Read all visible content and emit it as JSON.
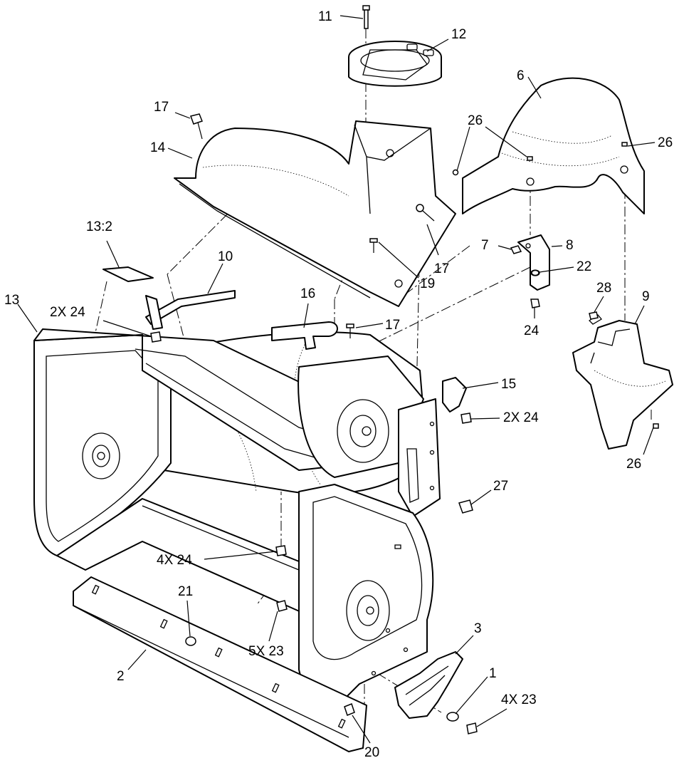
{
  "labels": [
    {
      "id": "11",
      "text": "11"
    },
    {
      "id": "12",
      "text": "12"
    },
    {
      "id": "6",
      "text": "6"
    },
    {
      "id": "17a",
      "text": "17"
    },
    {
      "id": "26a",
      "text": "26"
    },
    {
      "id": "26b",
      "text": "26"
    },
    {
      "id": "14",
      "text": "14"
    },
    {
      "id": "13-2",
      "text": "13:2"
    },
    {
      "id": "10",
      "text": "10"
    },
    {
      "id": "7",
      "text": "7"
    },
    {
      "id": "8",
      "text": "8"
    },
    {
      "id": "22",
      "text": "22"
    },
    {
      "id": "17b",
      "text": "17"
    },
    {
      "id": "19",
      "text": "19"
    },
    {
      "id": "13",
      "text": "13"
    },
    {
      "id": "2x24a",
      "text": "2X 24"
    },
    {
      "id": "16",
      "text": "16"
    },
    {
      "id": "28",
      "text": "28"
    },
    {
      "id": "9",
      "text": "9"
    },
    {
      "id": "17c",
      "text": "17"
    },
    {
      "id": "24",
      "text": "24"
    },
    {
      "id": "15",
      "text": "15"
    },
    {
      "id": "2x24b",
      "text": "2X 24"
    },
    {
      "id": "26c",
      "text": "26"
    },
    {
      "id": "27",
      "text": "27"
    },
    {
      "id": "4x24",
      "text": "4X 24"
    },
    {
      "id": "21",
      "text": "21"
    },
    {
      "id": "5x23",
      "text": "5X 23"
    },
    {
      "id": "3",
      "text": "3"
    },
    {
      "id": "2",
      "text": "2"
    },
    {
      "id": "1",
      "text": "1"
    },
    {
      "id": "4x23",
      "text": "4X 23"
    },
    {
      "id": "20",
      "text": "20"
    }
  ]
}
